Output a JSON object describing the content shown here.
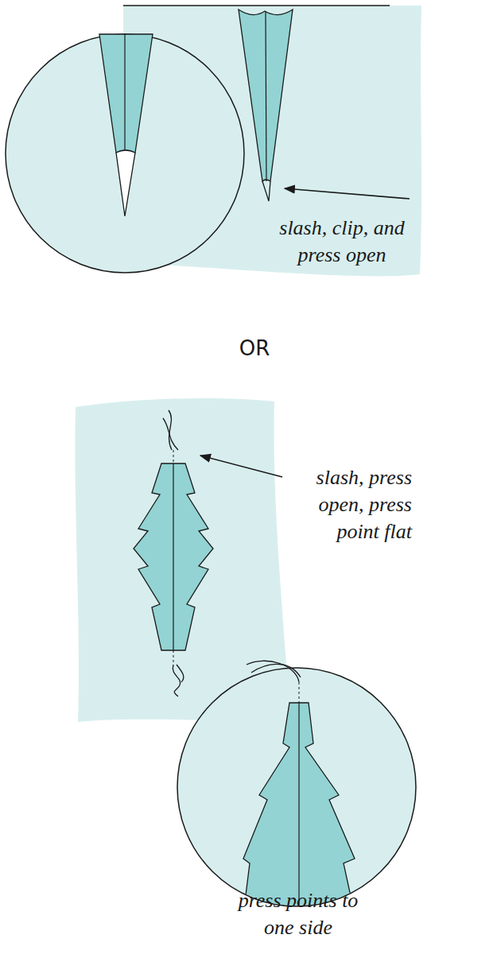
{
  "diagram": {
    "labels": [
      "slash, clip, and press open",
      "OR",
      "slash, press open, press point flat",
      "press points to one side"
    ]
  }
}
